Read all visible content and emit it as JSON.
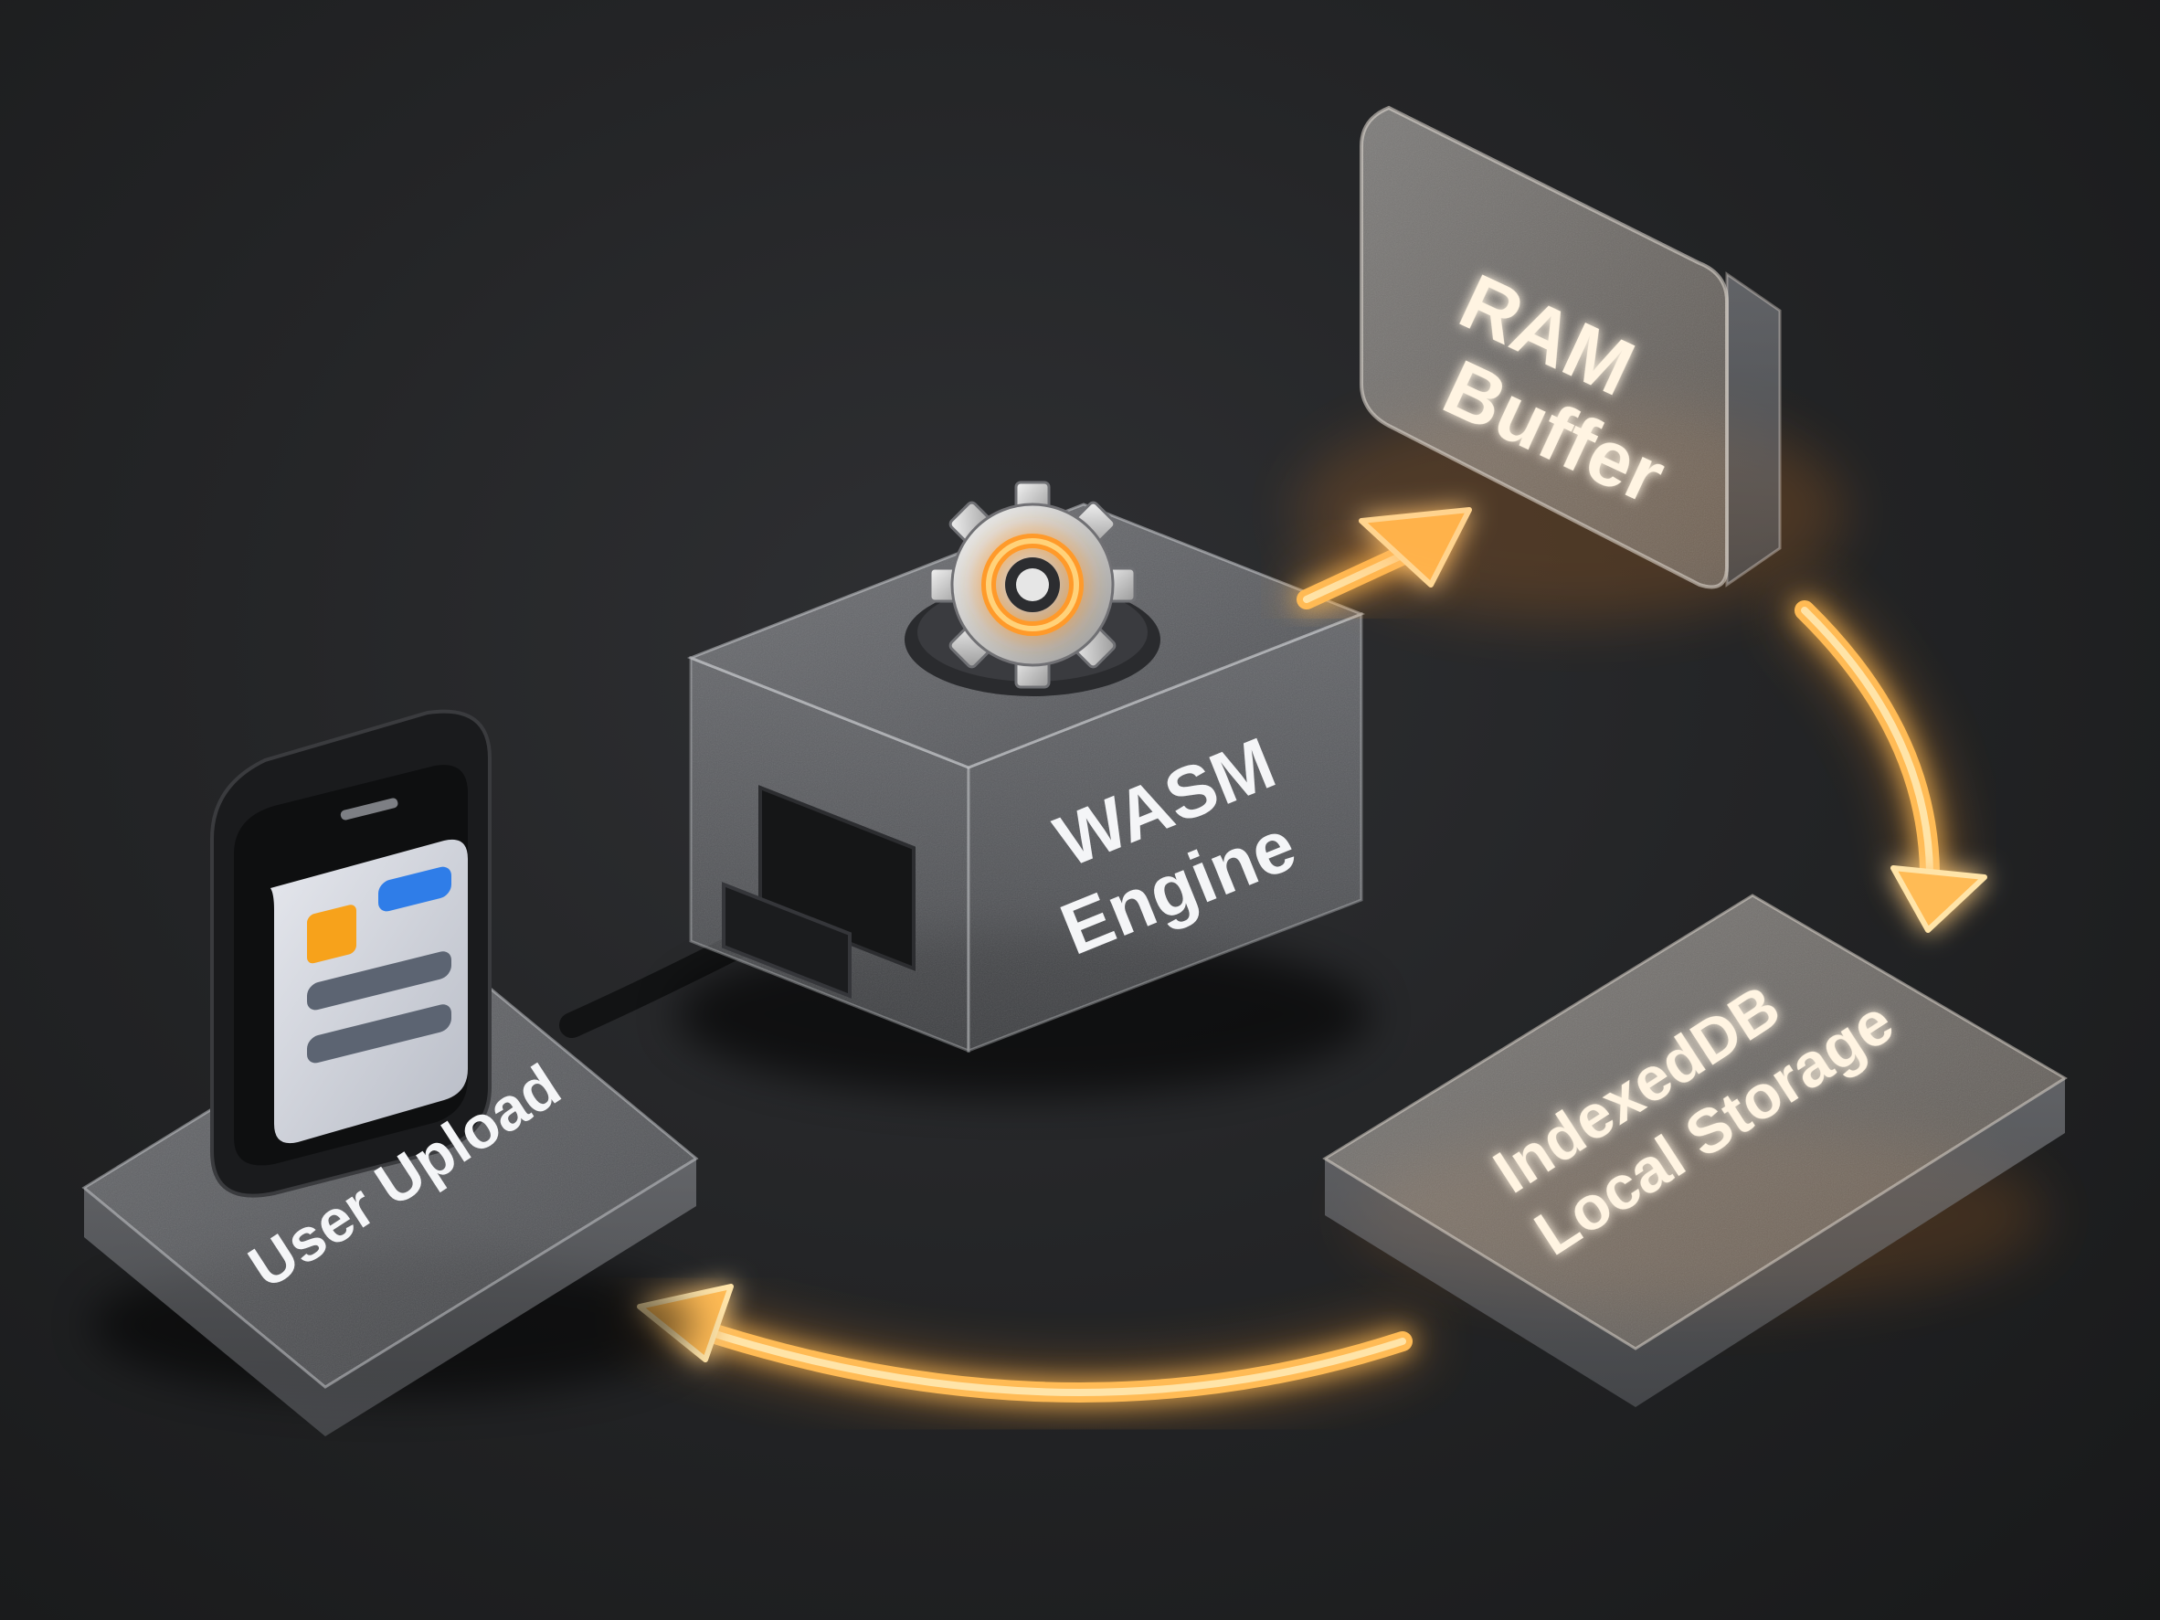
{
  "nodes": {
    "user_upload": {
      "label": "User Upload"
    },
    "wasm_engine": {
      "line1": "WASM",
      "line2": "Engine"
    },
    "ram_buffer": {
      "line1": "RAM",
      "line2": "Buffer"
    },
    "local_storage": {
      "line1": "IndexedDB",
      "line2": "Local Storage"
    }
  },
  "edges": [
    {
      "from": "user_upload",
      "to": "wasm_engine",
      "style": "cable"
    },
    {
      "from": "wasm_engine",
      "to": "ram_buffer",
      "style": "glowing-arrow"
    },
    {
      "from": "ram_buffer",
      "to": "local_storage",
      "style": "glowing-arrow"
    },
    {
      "from": "local_storage",
      "to": "user_upload",
      "style": "glowing-arrow"
    }
  ],
  "colors": {
    "background": "#1f2022",
    "glow": "#ffb347",
    "glow_core": "#ffd27a",
    "glass": "#8f9196",
    "phone_orange": "#f7a21b",
    "phone_blue": "#2f7de8"
  },
  "icons": {
    "engine": "gear-icon",
    "upload_device": "phone-icon"
  }
}
